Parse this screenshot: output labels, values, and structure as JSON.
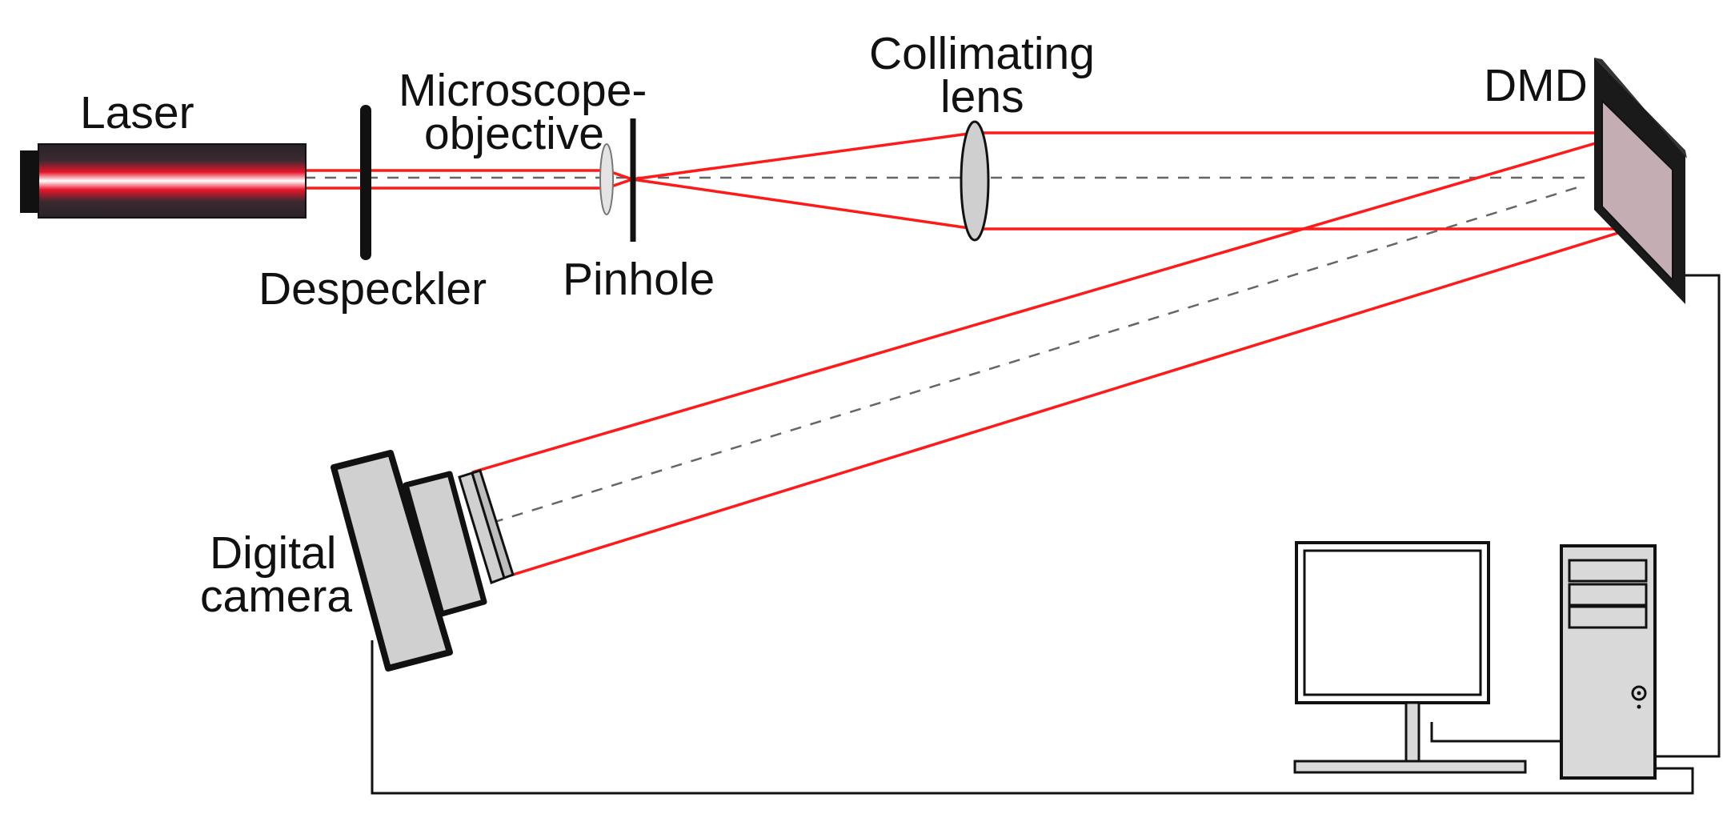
{
  "labels": {
    "laser": "Laser",
    "despeckler": "Despeckler",
    "microscope_objective_line1": "Microscope-",
    "microscope_objective_line2": "objective",
    "pinhole": "Pinhole",
    "collimating_lens_line1": "Collimating",
    "collimating_lens_line2": "lens",
    "dmd": "DMD",
    "digital_camera_line1": "Digital",
    "digital_camera_line2": "camera"
  },
  "colors": {
    "beam": "#ff1a1a",
    "optical_axis": "#666666",
    "dark_housing": "#2a2228",
    "gray_component": "#d0d0d0",
    "dmd_face": "#c4aeb4"
  }
}
